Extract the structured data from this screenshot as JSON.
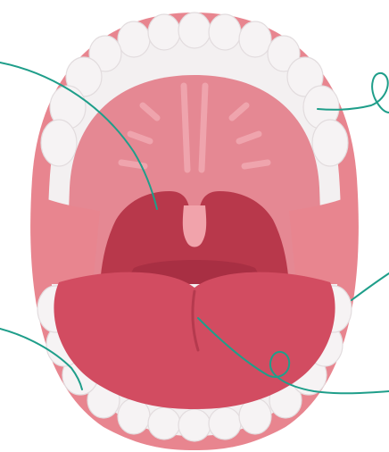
{
  "diagram": {
    "subject": "open-mouth-anatomy",
    "colors": {
      "gum": "#e8858f",
      "tooth": "#f3f0f1",
      "tooth_shade": "#e4dfe1",
      "palate": "#e58893",
      "palate_highlight": "#f1b0b7",
      "throat": "#b8384b",
      "throat_deep": "#9f2c3f",
      "uvula": "#f1a3ab",
      "tongue": "#d24c61",
      "tongue_shade": "#c84458",
      "leader_line": "#1f9e8a"
    },
    "parts": [
      "upper-gum",
      "lower-gum",
      "upper-teeth",
      "lower-teeth",
      "hard-palate",
      "soft-palate",
      "uvula",
      "throat",
      "tongue"
    ],
    "leader_lines": [
      "line-to-throat",
      "line-to-upper-molars",
      "line-to-left-lower-teeth",
      "line-to-right-lower-teeth",
      "line-to-tongue"
    ]
  }
}
